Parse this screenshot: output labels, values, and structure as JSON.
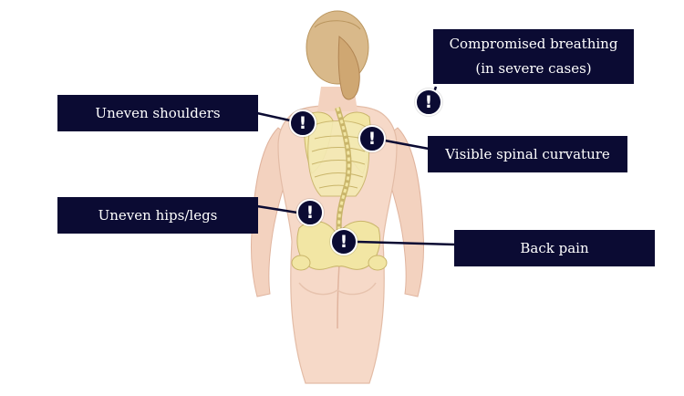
{
  "colors": {
    "label_bg": "#0b0b33",
    "skin": "#f6d9c8",
    "skin_shade": "#e9bfa8",
    "bone": "#f2e6a4",
    "hair": "#d9b98a"
  },
  "labels": {
    "breathing": "Compromised breathing (in severe cases)",
    "shoulders": "Uneven shoulders",
    "spinal": "Visible spinal curvature",
    "hips": "Uneven hips/legs",
    "back_pain": "Back pain"
  },
  "marker_glyph": "!",
  "icons": {
    "marker": "exclamation-icon"
  }
}
